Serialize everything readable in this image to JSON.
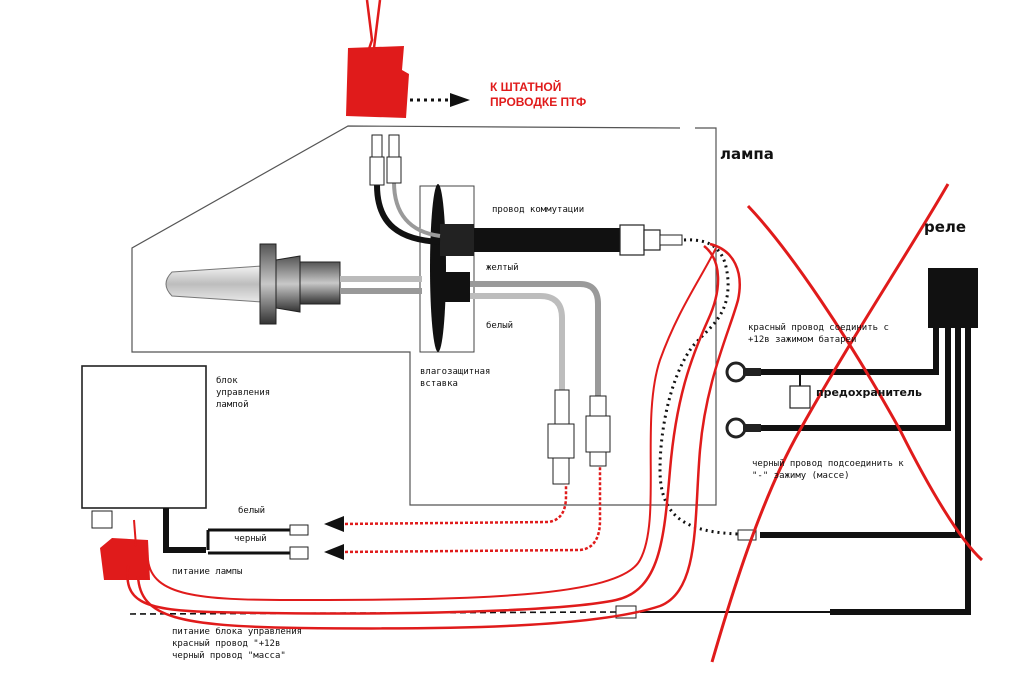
{
  "labels": {
    "to_fog_wiring": [
      "К ШТАТНОЙ",
      "ПРОВОДКЕ ПТФ"
    ],
    "lamp": "лампа",
    "relay": "реле",
    "switch_wire": "провод коммутации",
    "yellow": "желтый",
    "white_lamp": "белый",
    "seal_insert": [
      "влагозащитная",
      "вставка"
    ],
    "control_unit": [
      "блок",
      "управления",
      "лампой"
    ],
    "red_wire_note": [
      "красный провод соединить с",
      "+12в зажимом батареи"
    ],
    "fuse": "предохранитель",
    "black_wire_note": [
      "черный провод подсоединить к",
      "\"-\" зажиму (массе)"
    ],
    "white_unit": "белый",
    "black_unit": "черный",
    "lamp_power": "питание лампы",
    "unit_power": [
      "питание блока управления",
      "красный провод \"+12в",
      "черный провод \"масса\""
    ]
  },
  "colors": {
    "annotation_red": "#e01b1b",
    "wire_black": "#111111",
    "wire_gray": "#8a8a8a",
    "outline": "#555555"
  },
  "annotations": {
    "crossed_out": "relay",
    "marker_blocks": 2
  }
}
